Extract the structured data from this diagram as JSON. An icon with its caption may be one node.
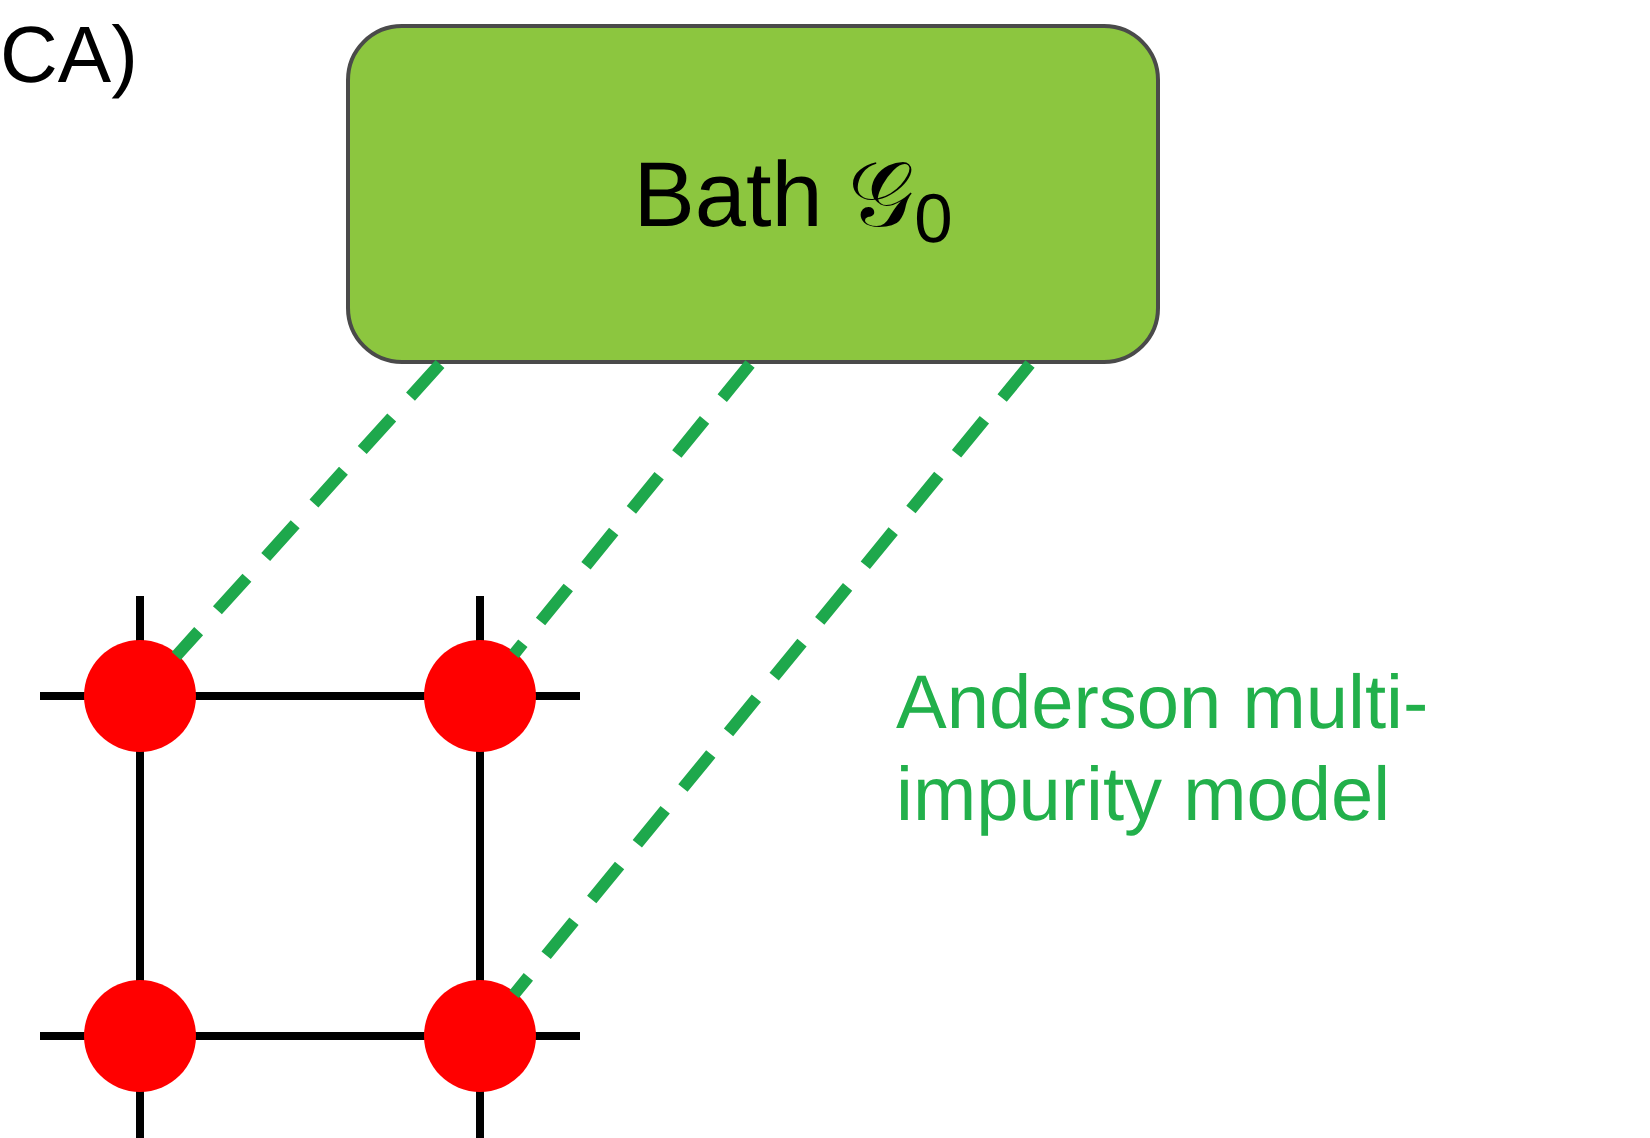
{
  "diagram": {
    "nodes": [
      {
        "text": [
          "Bath 𝒢$_{0}$"
        ]
      },
      {
        "text": [],
        "shape": "circle"
      },
      {
        "text": [],
        "shape": "circle"
      },
      {
        "text": [],
        "shape": "circle"
      },
      {
        "text": [],
        "shape": "circle"
      }
    ],
    "edges": [
      {
        "from": 0,
        "to": 1,
        "arrow": "none",
        "style": "dashed"
      },
      {
        "from": 0,
        "to": 2,
        "arrow": "none",
        "style": "dashed"
      },
      {
        "from": 0,
        "to": 4,
        "arrow": "none",
        "style": "dashed"
      }
    ],
    "labels": [
      "CA)",
      "Anderson multi- impurity model"
    ]
  }
}
